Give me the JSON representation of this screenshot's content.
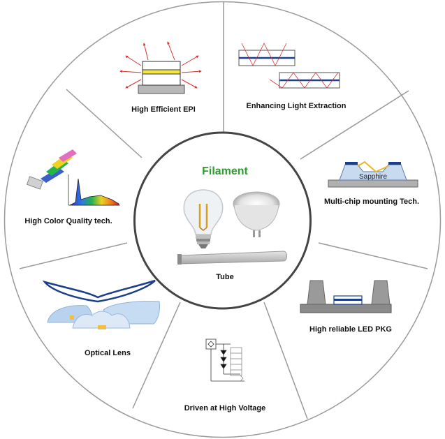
{
  "center": {
    "title": "Filament",
    "title_color": "#2e9e2e",
    "tube_label": "Tube"
  },
  "segments": {
    "epi": "High Efficient EPI",
    "extraction": "Enhancing Light Extraction",
    "multichip": "Multi-chip mounting Tech.",
    "multichip_chip": "Sapphire",
    "pkg": "High reliable LED PKG",
    "voltage": "Driven at High Voltage",
    "lens": "Optical Lens",
    "color": "High Color Quality tech."
  },
  "colors": {
    "ring": "#9a9a9a",
    "arrow": "#d83030",
    "chip_blue": "#1c3f8a",
    "lens_blue": "#b9d3ef"
  },
  "icons": {
    "epi": "led-epi-chip-icon",
    "extraction": "light-extraction-icon",
    "multichip": "sapphire-chip-icon",
    "pkg": "led-package-icon",
    "voltage": "circuit-icon",
    "lens": "optical-lens-icon",
    "color": "spectrum-icon",
    "bulb": "filament-bulb-icon",
    "spot": "mr16-spot-icon",
    "tube": "led-tube-icon"
  }
}
